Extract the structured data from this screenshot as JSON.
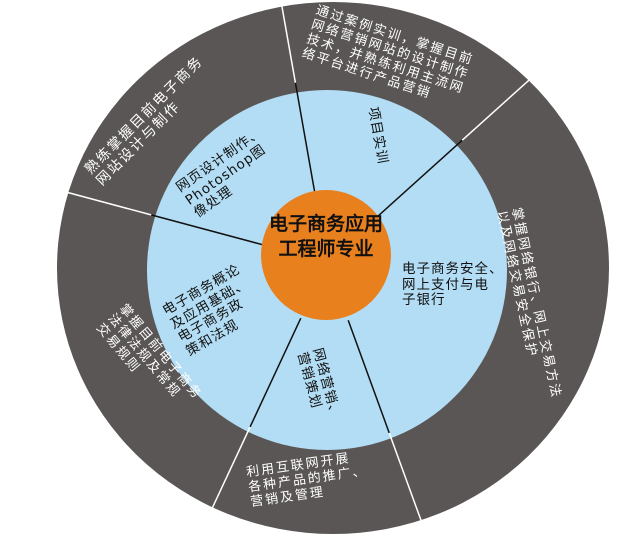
{
  "colors": {
    "outer_ring": "#5a5655",
    "inner_ring": "#b3ddf4",
    "center": "#e8801e"
  },
  "center": {
    "line1": "电子商务应用",
    "line2": "工程师专业"
  },
  "inner_segments": [
    {
      "text": "网页设计制作、\nPhotoshop图\n像处理"
    },
    {
      "text": "项目实训"
    },
    {
      "text": "电子商务安全、\n网上支付与电\n子银行"
    },
    {
      "text": "网络营销、\n营销策划"
    },
    {
      "text": "电子商务概论\n及应用基础、\n电子商务政\n策和法规"
    }
  ],
  "outer_segments": [
    {
      "text": "熟练掌握目前电子商务\n网站设计与制作"
    },
    {
      "text": "通过案例实训，掌握目前\n网络营销网站的设计制作\n技术，并熟练利用主流网\n络平台进行产品营销"
    },
    {
      "text": "掌握网络银行、网上交易方法\n以及网络交易安全保护"
    },
    {
      "text": "利用互联网开展\n各种产品的推广、\n营销及管理"
    },
    {
      "text": "掌握目前电子商务\n法律法规及常规\n交易规则"
    }
  ]
}
